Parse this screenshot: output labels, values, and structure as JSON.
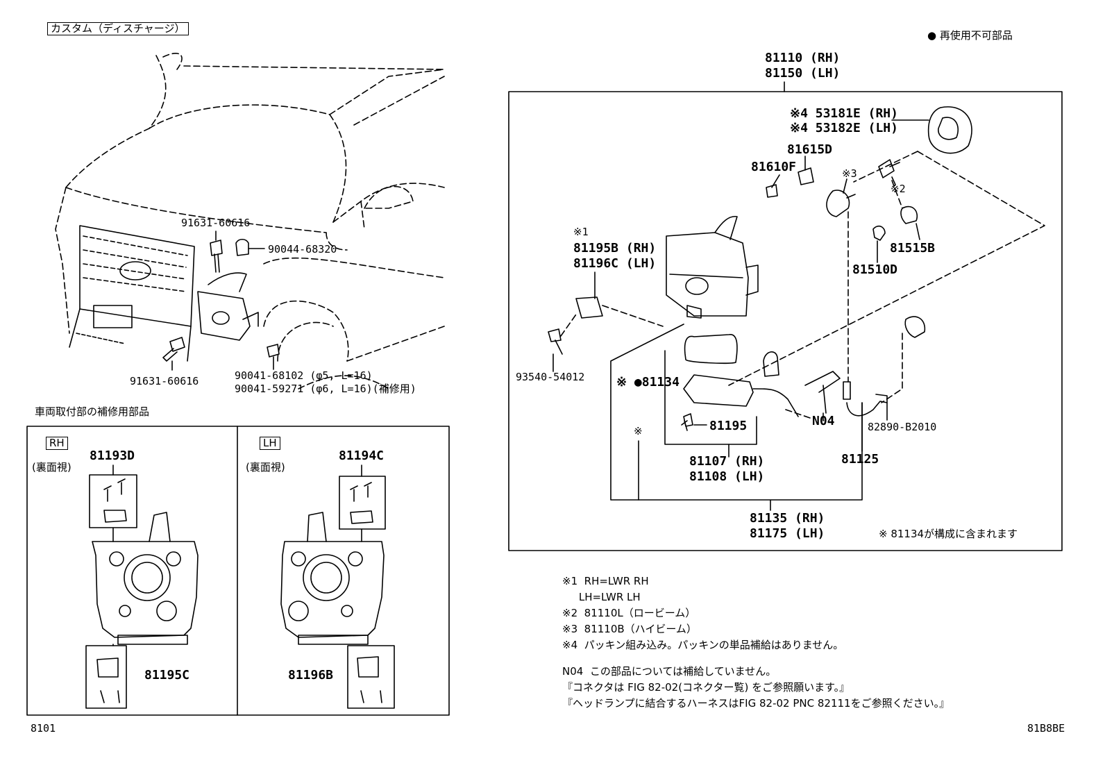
{
  "header": {
    "variant_label": "カスタム（ディスチャージ）",
    "legend": "● 再使用不可部品"
  },
  "vehicle_view": {
    "labels": [
      "91631-60616",
      "90044-68320",
      "91631-60616",
      "90041-68102 (φ5, L=16)",
      "90041-59271 (φ6, L=16)(補修用)"
    ]
  },
  "repair_section": {
    "title": "車両取付部の補修用部品",
    "rh": {
      "side": "RH",
      "view": "(裏面視)",
      "top_part": "81193D",
      "bottom_part": "81195C"
    },
    "lh": {
      "side": "LH",
      "view": "(裏面視)",
      "top_part": "81194C",
      "bottom_part": "81196B"
    }
  },
  "assembly": {
    "top_rh": "81110 (RH)",
    "top_lh": "81150 (LH)",
    "parts": {
      "p53181": "※4 53181E (RH)",
      "p53182": "※4 53182E (LH)",
      "p81615": "81615D",
      "p81610": "81610F",
      "m3": "※3",
      "m2": "※2",
      "p81515": "81515B",
      "p81510": "81510D",
      "m1": "※1",
      "p81195b": "81195B (RH)",
      "p81196c": "81196C (LH)",
      "p93540": "93540-54012",
      "p81134": "※ ●81134",
      "p81195": "81195",
      "p81107": "81107 (RH)",
      "p81108": "81108 (LH)",
      "mstar": "※",
      "n04": "N04",
      "p82890": "82890-B2010",
      "p81125": "81125",
      "p81135": "81135 (RH)",
      "p81175": "81175 (LH)",
      "note_in_box": "※ 81134が構成に含まれます"
    }
  },
  "notes": [
    "※1  RH=LWR RH",
    "     LH=LWR LH",
    "※2  81110L（ロービーム）",
    "※3  81110B（ハイビーム）",
    "※4  パッキン組み込み。パッキンの単品補給はありません。",
    "N04  この部品については補給していません。",
    "『コネクタは FIG 82-02(コネクター覧) をご参照願います。』",
    "『ヘッドランプに結合するハーネスはFIG 82-02 PNC 82111をご参照ください。』"
  ],
  "footer": {
    "left": "8101",
    "right": "81B8BE"
  }
}
